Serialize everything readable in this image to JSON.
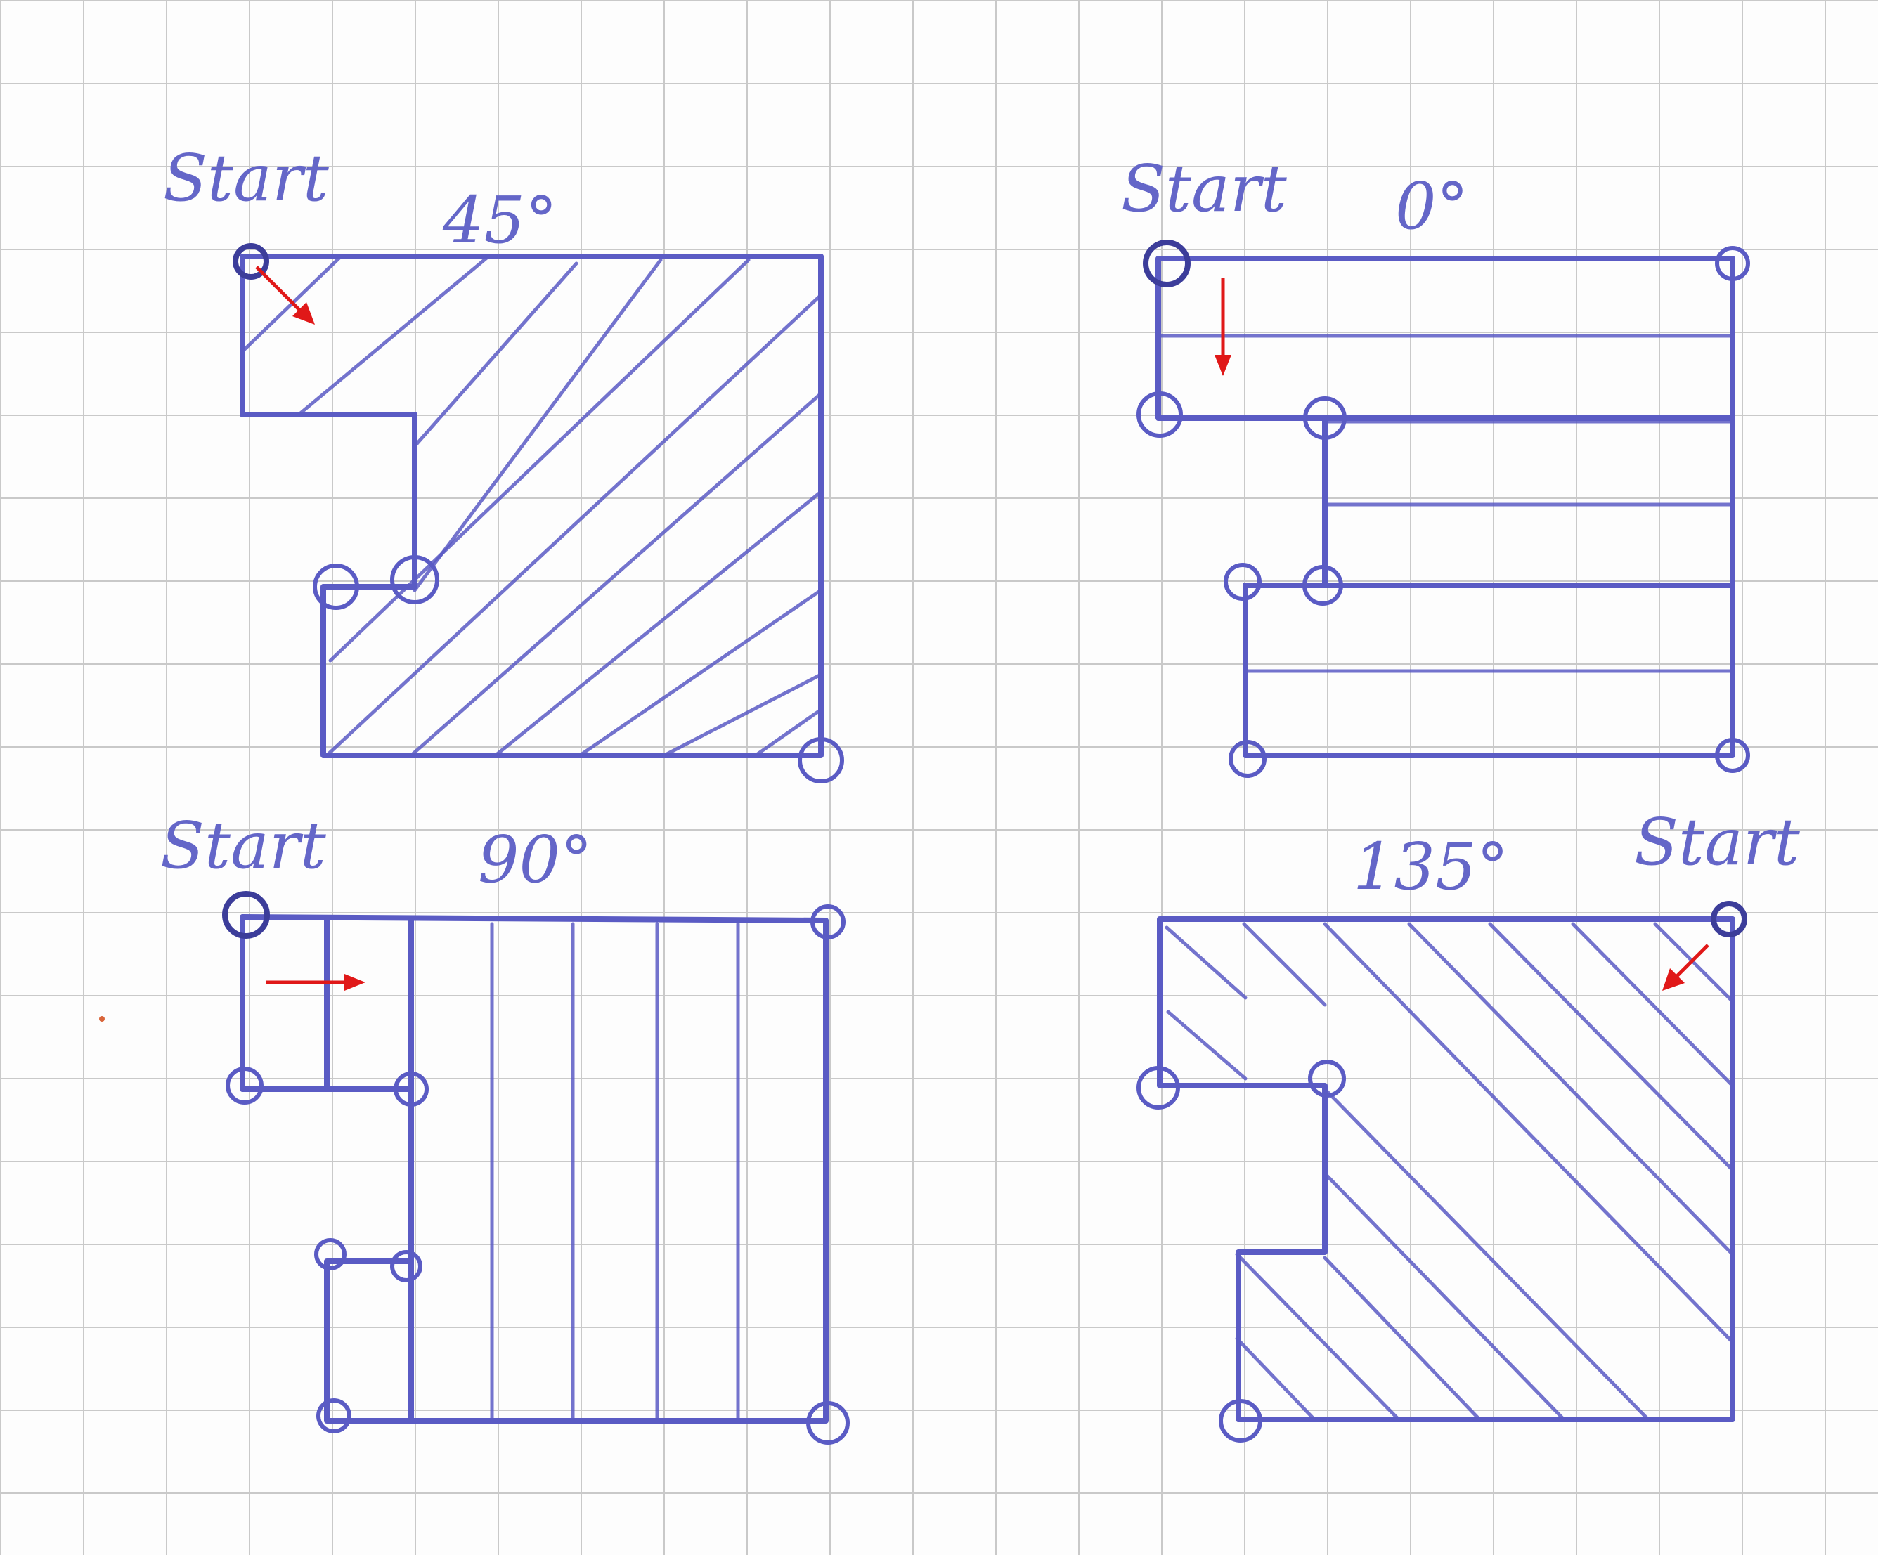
{
  "colors": {
    "ink": "#5a5bc4",
    "arrow": "#e01818",
    "grid": "#c9c9c9",
    "paper": "#fdfdfd"
  },
  "panels": [
    {
      "id": "45",
      "angle_label": "45°",
      "start_label": "Start"
    },
    {
      "id": "0",
      "angle_label": "0°",
      "start_label": "Start"
    },
    {
      "id": "90",
      "angle_label": "90°",
      "start_label": "Start"
    },
    {
      "id": "135",
      "angle_label": "135°",
      "start_label": "Start"
    }
  ]
}
